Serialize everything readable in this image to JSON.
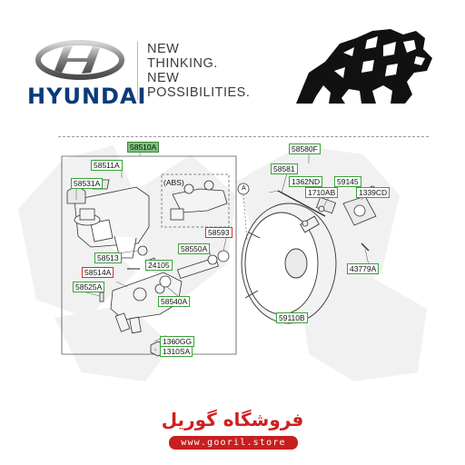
{
  "header": {
    "brand": "HYUNDAI",
    "tagline_lines": [
      "NEW",
      "THINKING.",
      "NEW",
      "POSSIBILITIES."
    ]
  },
  "diagram": {
    "callout_abs": "(ABS)",
    "callout_a": "A",
    "labels": {
      "p58510A": "58510A",
      "p58511A": "58511A",
      "p58531A": "58531A",
      "p58513": "58513",
      "p58514A": "58514A",
      "p58525A": "58525A",
      "p58593": "58593",
      "p58550A": "58550A",
      "p24105": "24105",
      "p58540A": "58540A",
      "p1360GG": "1360GG",
      "p1310SA": "1310SA",
      "p58580F": "58580F",
      "p58581": "58581",
      "p1362ND": "1362ND",
      "p59145": "59145",
      "p1710AB": "1710AB",
      "p1339CD": "1339CD",
      "p43779A": "43779A",
      "p59110B": "59110B"
    }
  },
  "footer": {
    "store_name": "فروشگاه گوریل",
    "url": "www.gooril.store"
  },
  "colors": {
    "brand_blue": "#0a3a7a",
    "label_border_green": "#3aa33a",
    "label_border_red": "#e02a2a",
    "store_red": "#d11f1f"
  }
}
